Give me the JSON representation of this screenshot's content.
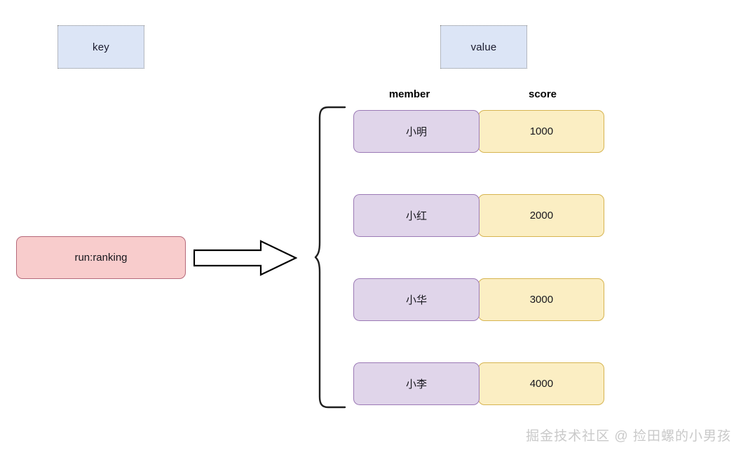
{
  "legend": {
    "key_label": "key",
    "value_label": "value"
  },
  "headers": {
    "member": "member",
    "score": "score"
  },
  "key_node": {
    "label": "run:ranking"
  },
  "arrow": {
    "name": "right-block-arrow"
  },
  "rows": [
    {
      "member": "小明",
      "score": "1000"
    },
    {
      "member": "小红",
      "score": "2000"
    },
    {
      "member": "小华",
      "score": "3000"
    },
    {
      "member": "小李",
      "score": "4000"
    }
  ],
  "watermark": {
    "text": "掘金技术社区 @ 捡田螺的小男孩"
  },
  "colors": {
    "legend_fill": "#dce5f6",
    "legend_border": "#8a8a8a",
    "key_fill": "#f8cccc",
    "key_border": "#b5697a",
    "member_fill": "#e0d5ea",
    "member_border": "#9b79b5",
    "score_fill": "#fbeec3",
    "score_border": "#d6b450",
    "arrow_stroke": "#000000",
    "brace_stroke": "#1f1f1f",
    "watermark": "#c9c9c9"
  }
}
